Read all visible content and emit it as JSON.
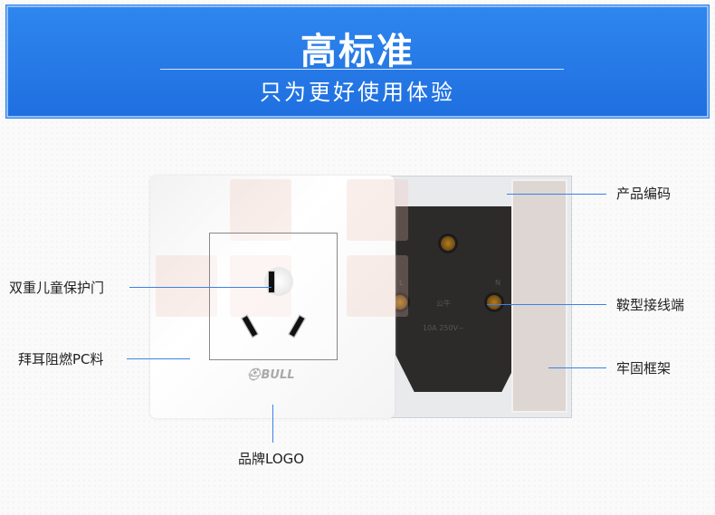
{
  "banner": {
    "title": "高标准",
    "subtitle": "只为更好使用体验"
  },
  "product": {
    "brand": "BULL",
    "mech_text": "公牛",
    "rating": "10A 250V~",
    "mark_l": "L",
    "mark_n": "N"
  },
  "labels": {
    "product_code": "产品编码",
    "door": "双重儿童保护门",
    "saddle": "鞍型接线端",
    "pc": "拜耳阻燃PC料",
    "frame": "牢固框架",
    "logo": "品牌LOGO"
  },
  "colors": {
    "banner": "#2a7be6",
    "line": "#3b82e8"
  }
}
